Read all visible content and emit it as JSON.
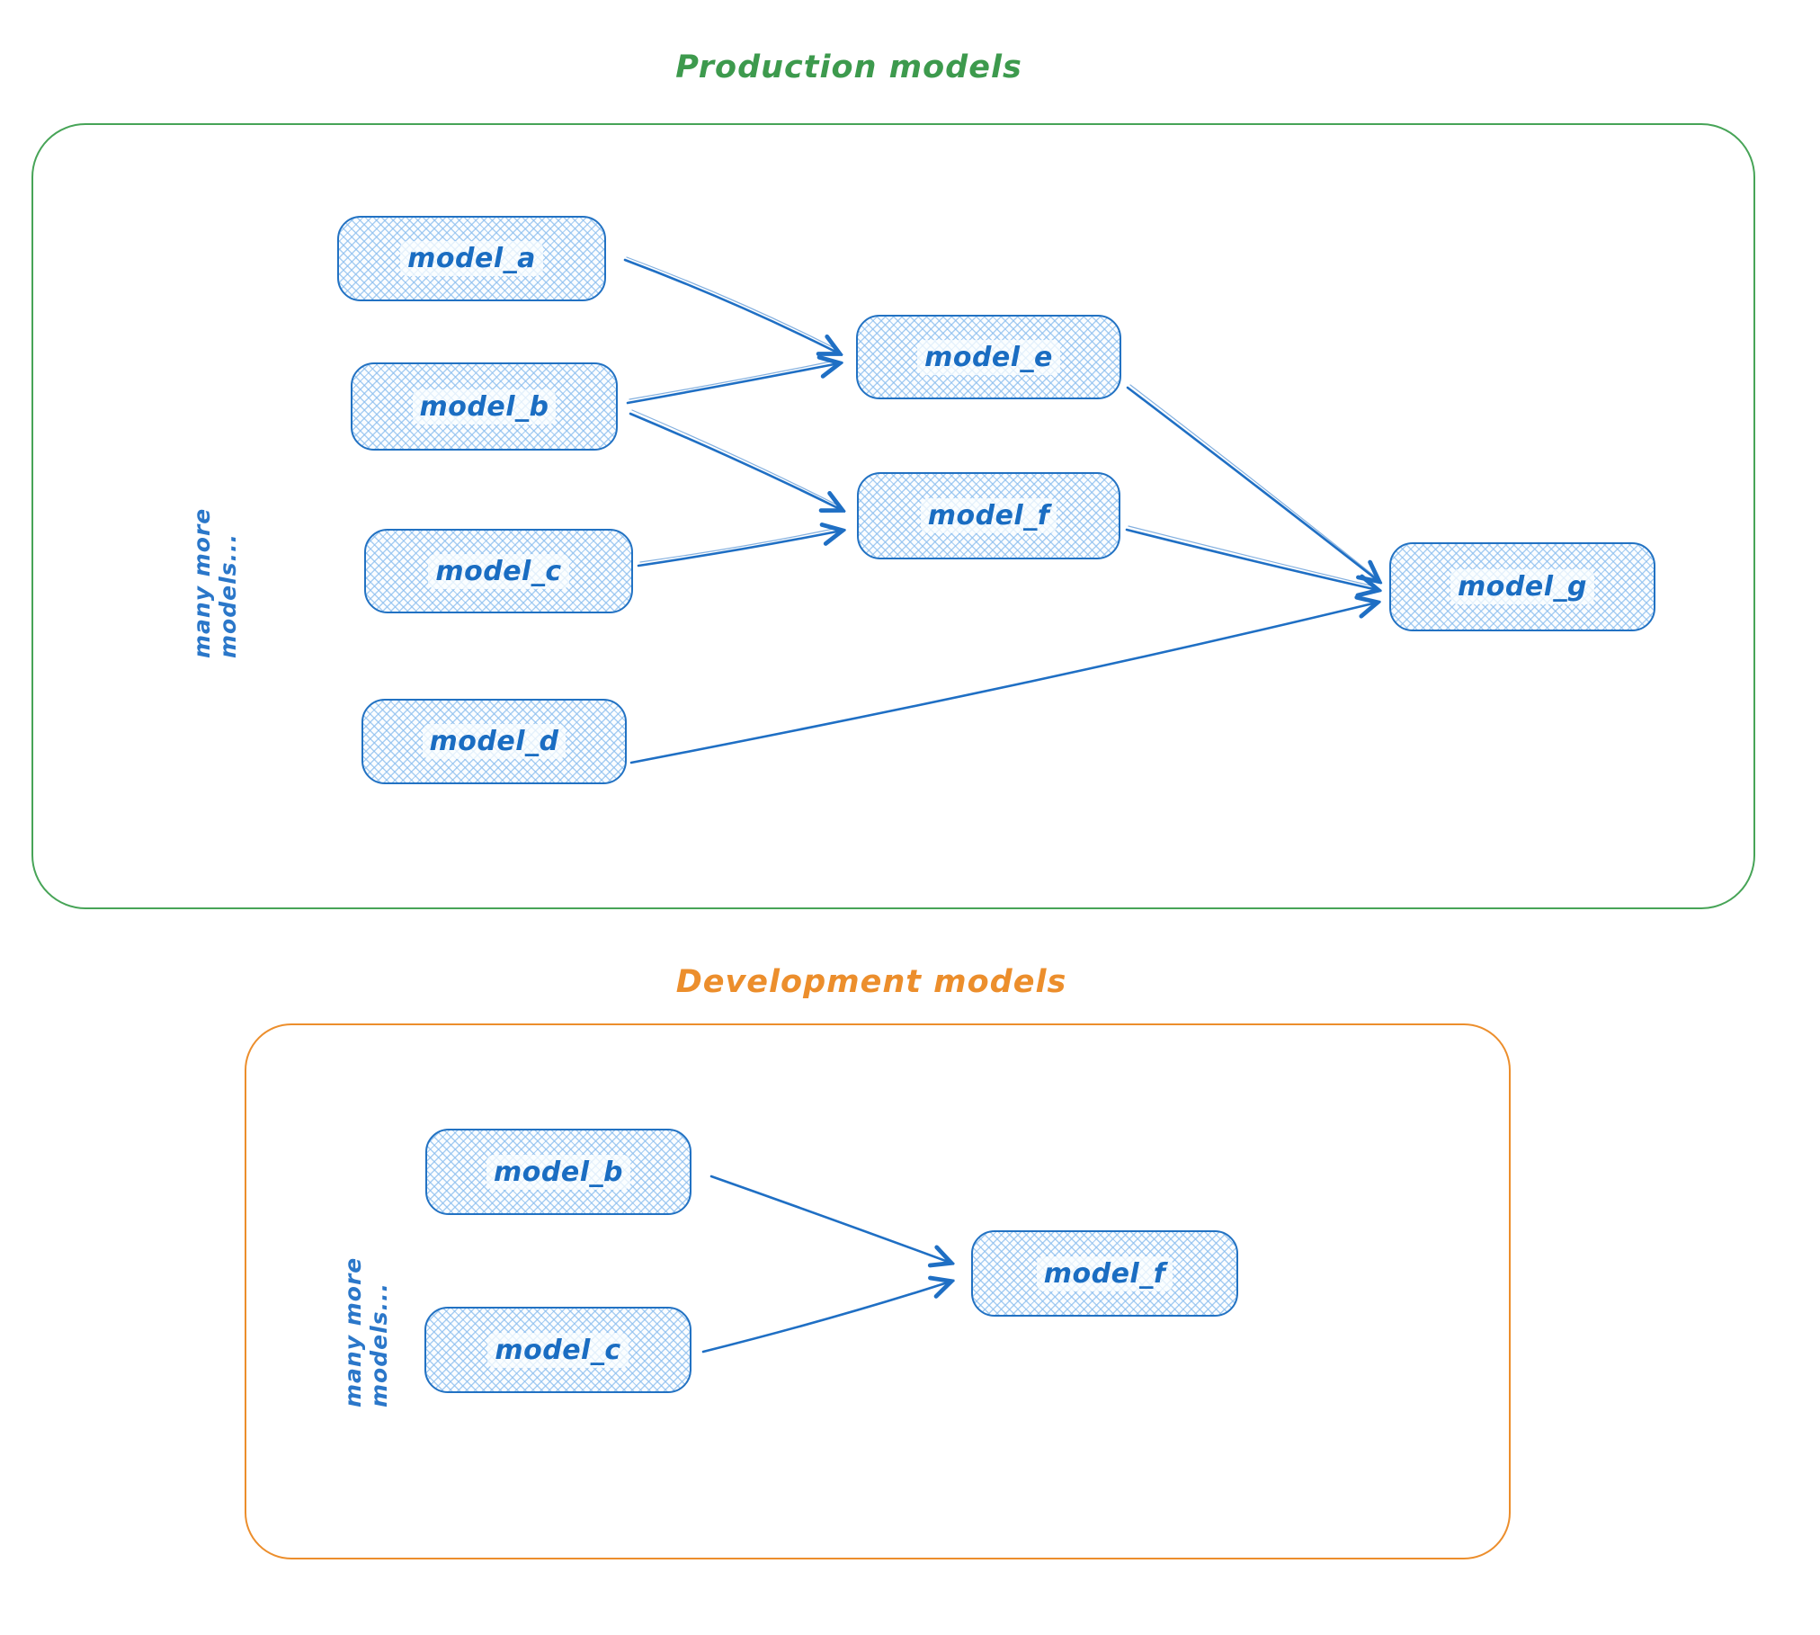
{
  "diagram": {
    "colors": {
      "production_accent": "#3d9a4d",
      "development_accent": "#ec8e2c",
      "node_stroke": "#2272c3",
      "node_text": "#1a6dc2",
      "node_fill_hatch": "#8cbeee",
      "edge": "#1f6fc4"
    },
    "production": {
      "title": "Production models",
      "side_label": "many more models...",
      "nodes": [
        {
          "id": "model_a",
          "label": "model_a"
        },
        {
          "id": "model_b",
          "label": "model_b"
        },
        {
          "id": "model_c",
          "label": "model_c"
        },
        {
          "id": "model_d",
          "label": "model_d"
        },
        {
          "id": "model_e",
          "label": "model_e"
        },
        {
          "id": "model_f",
          "label": "model_f"
        },
        {
          "id": "model_g",
          "label": "model_g"
        }
      ],
      "edges": [
        {
          "from": "model_a",
          "to": "model_e"
        },
        {
          "from": "model_b",
          "to": "model_e"
        },
        {
          "from": "model_b",
          "to": "model_f"
        },
        {
          "from": "model_c",
          "to": "model_f"
        },
        {
          "from": "model_e",
          "to": "model_g"
        },
        {
          "from": "model_f",
          "to": "model_g"
        },
        {
          "from": "model_d",
          "to": "model_g"
        }
      ]
    },
    "development": {
      "title": "Development models",
      "side_label": "many more models...",
      "nodes": [
        {
          "id": "model_b",
          "label": "model_b"
        },
        {
          "id": "model_c",
          "label": "model_c"
        },
        {
          "id": "model_f",
          "label": "model_f"
        }
      ],
      "edges": [
        {
          "from": "model_b",
          "to": "model_f"
        },
        {
          "from": "model_c",
          "to": "model_f"
        }
      ]
    }
  }
}
